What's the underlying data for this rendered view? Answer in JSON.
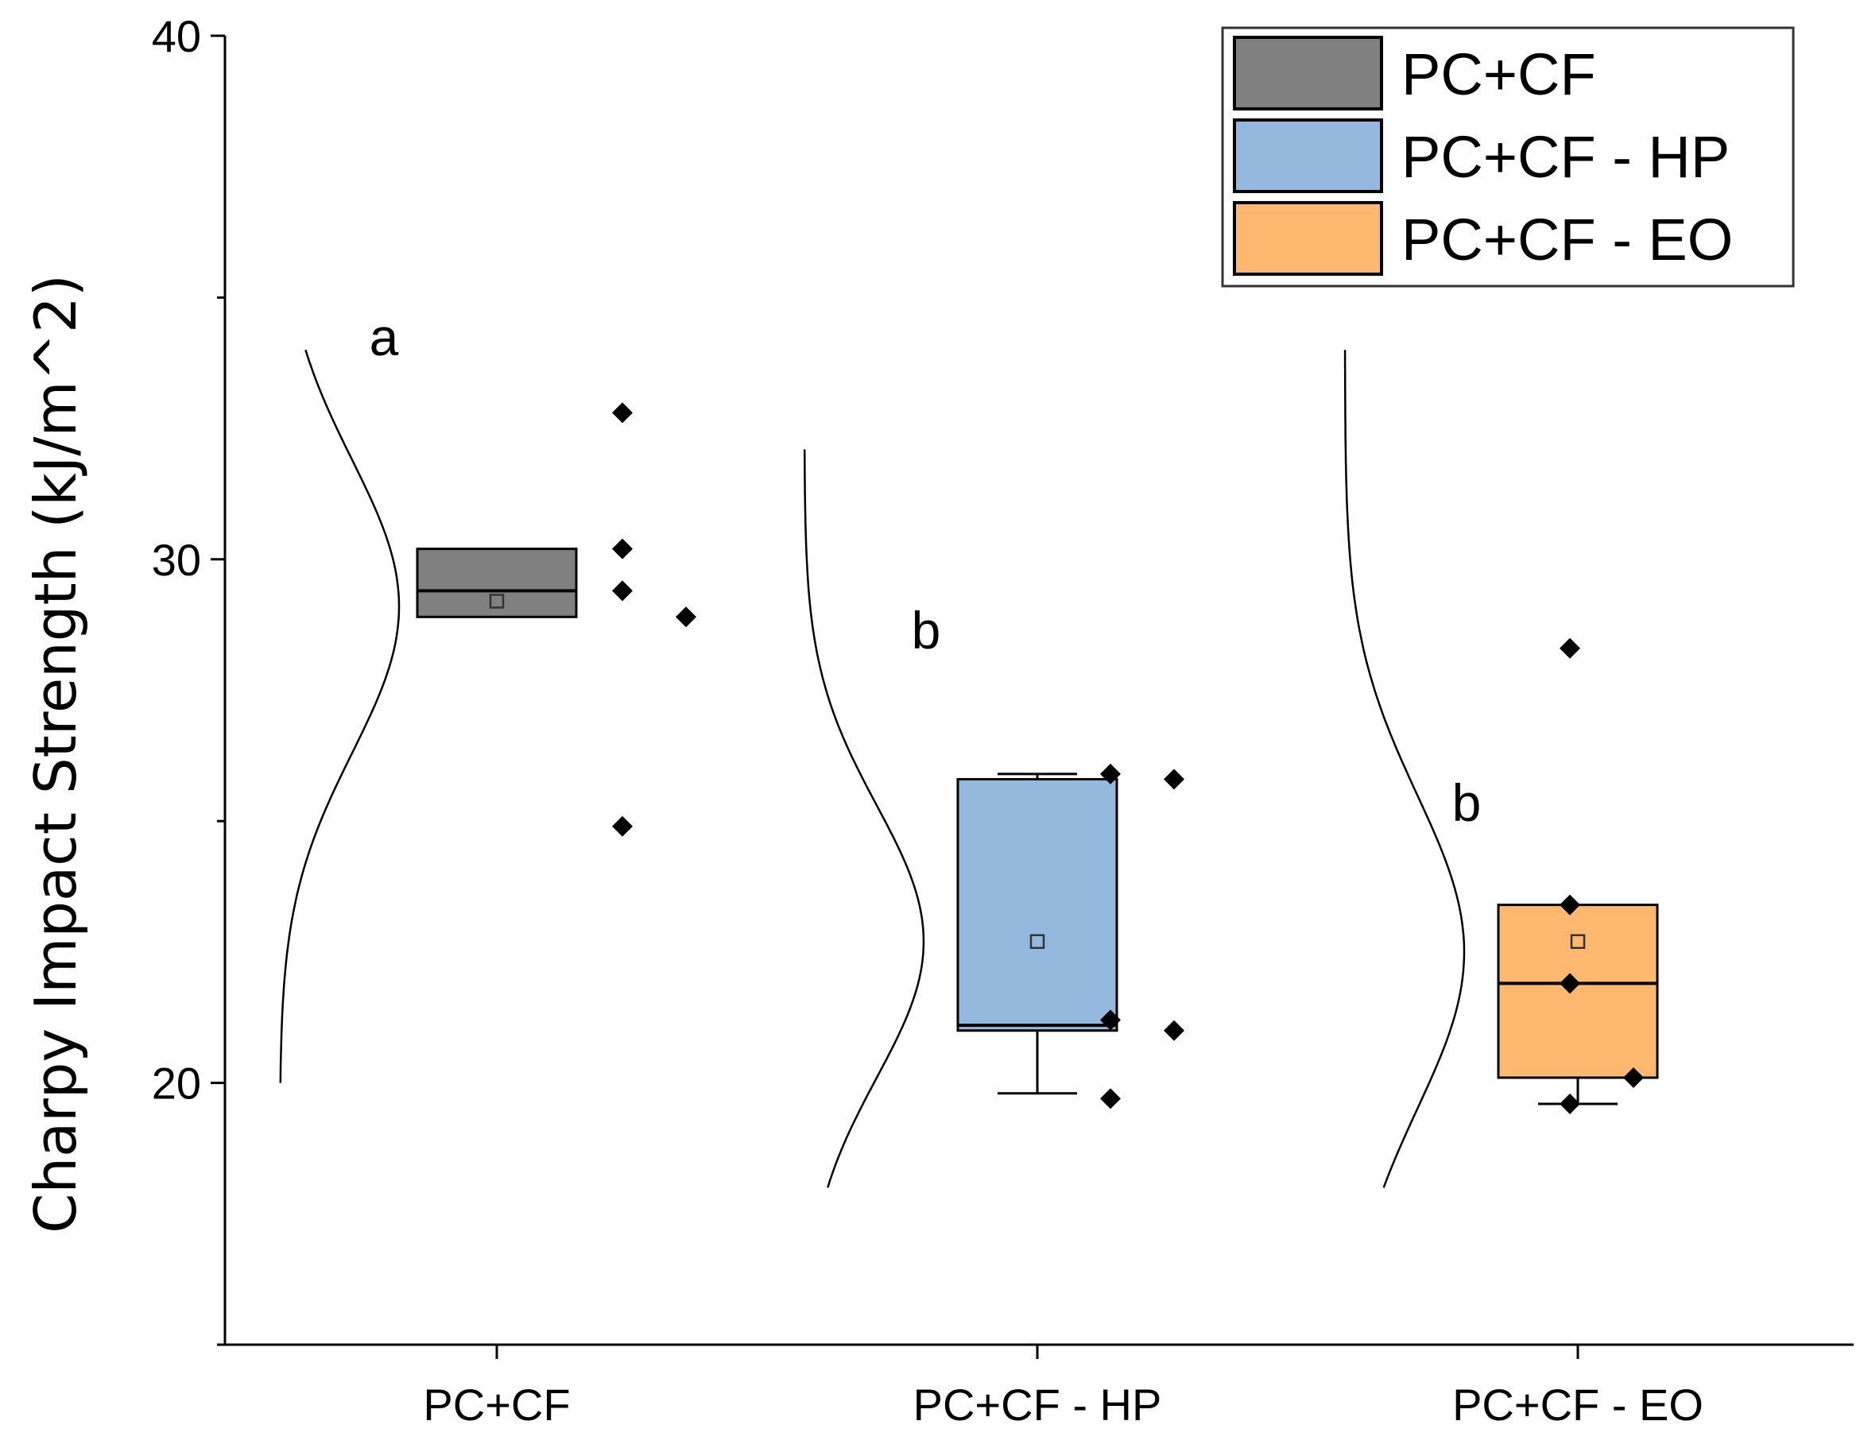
{
  "chart_data": {
    "type": "box",
    "title": "",
    "xlabel": "",
    "ylabel": "Charpy Impact Strength (kJ/m^2)",
    "ylim": [
      15,
      40
    ],
    "yticks": [
      20,
      30,
      40
    ],
    "categories": [
      "PC+CF",
      "PC+CF - HP",
      "PC+CF - EO"
    ],
    "legend": {
      "placement": "top-right",
      "entries": [
        "PC+CF",
        "PC+CF - HP",
        "PC+CF - EO"
      ]
    },
    "series": [
      {
        "name": "PC+CF",
        "color": "#808080",
        "box": {
          "whisker_low": 28.9,
          "q1": 28.9,
          "median": 29.4,
          "q3": 30.2,
          "whisker_high": 30.2,
          "mean": 29.2
        },
        "points": [
          32.8,
          30.2,
          29.4,
          28.9,
          24.9
        ],
        "group_letter": "a",
        "distribution": {
          "mean": 29.1,
          "sd": 2.8,
          "range": [
            20.0,
            34.0
          ]
        }
      },
      {
        "name": "PC+CF - HP",
        "color": "#94b8de",
        "box": {
          "whisker_low": 19.8,
          "q1": 21.0,
          "median": 21.1,
          "q3": 25.8,
          "whisker_high": 25.9,
          "mean": 22.7
        },
        "points": [
          25.9,
          25.8,
          21.2,
          21.0,
          19.7
        ],
        "group_letter": "b",
        "distribution": {
          "mean": 22.7,
          "sd": 2.6,
          "range": [
            18.0,
            32.1
          ]
        }
      },
      {
        "name": "PC+CF - EO",
        "color": "#ffb870",
        "box": {
          "whisker_low": 19.6,
          "q1": 20.1,
          "median": 21.9,
          "q3": 23.4,
          "whisker_high": 23.4,
          "mean": 22.7
        },
        "points": [
          28.3,
          23.4,
          21.9,
          20.1,
          19.6
        ],
        "group_letter": "b",
        "distribution": {
          "mean": 22.5,
          "sd": 3.0,
          "range": [
            18.0,
            34.0
          ]
        }
      }
    ]
  }
}
